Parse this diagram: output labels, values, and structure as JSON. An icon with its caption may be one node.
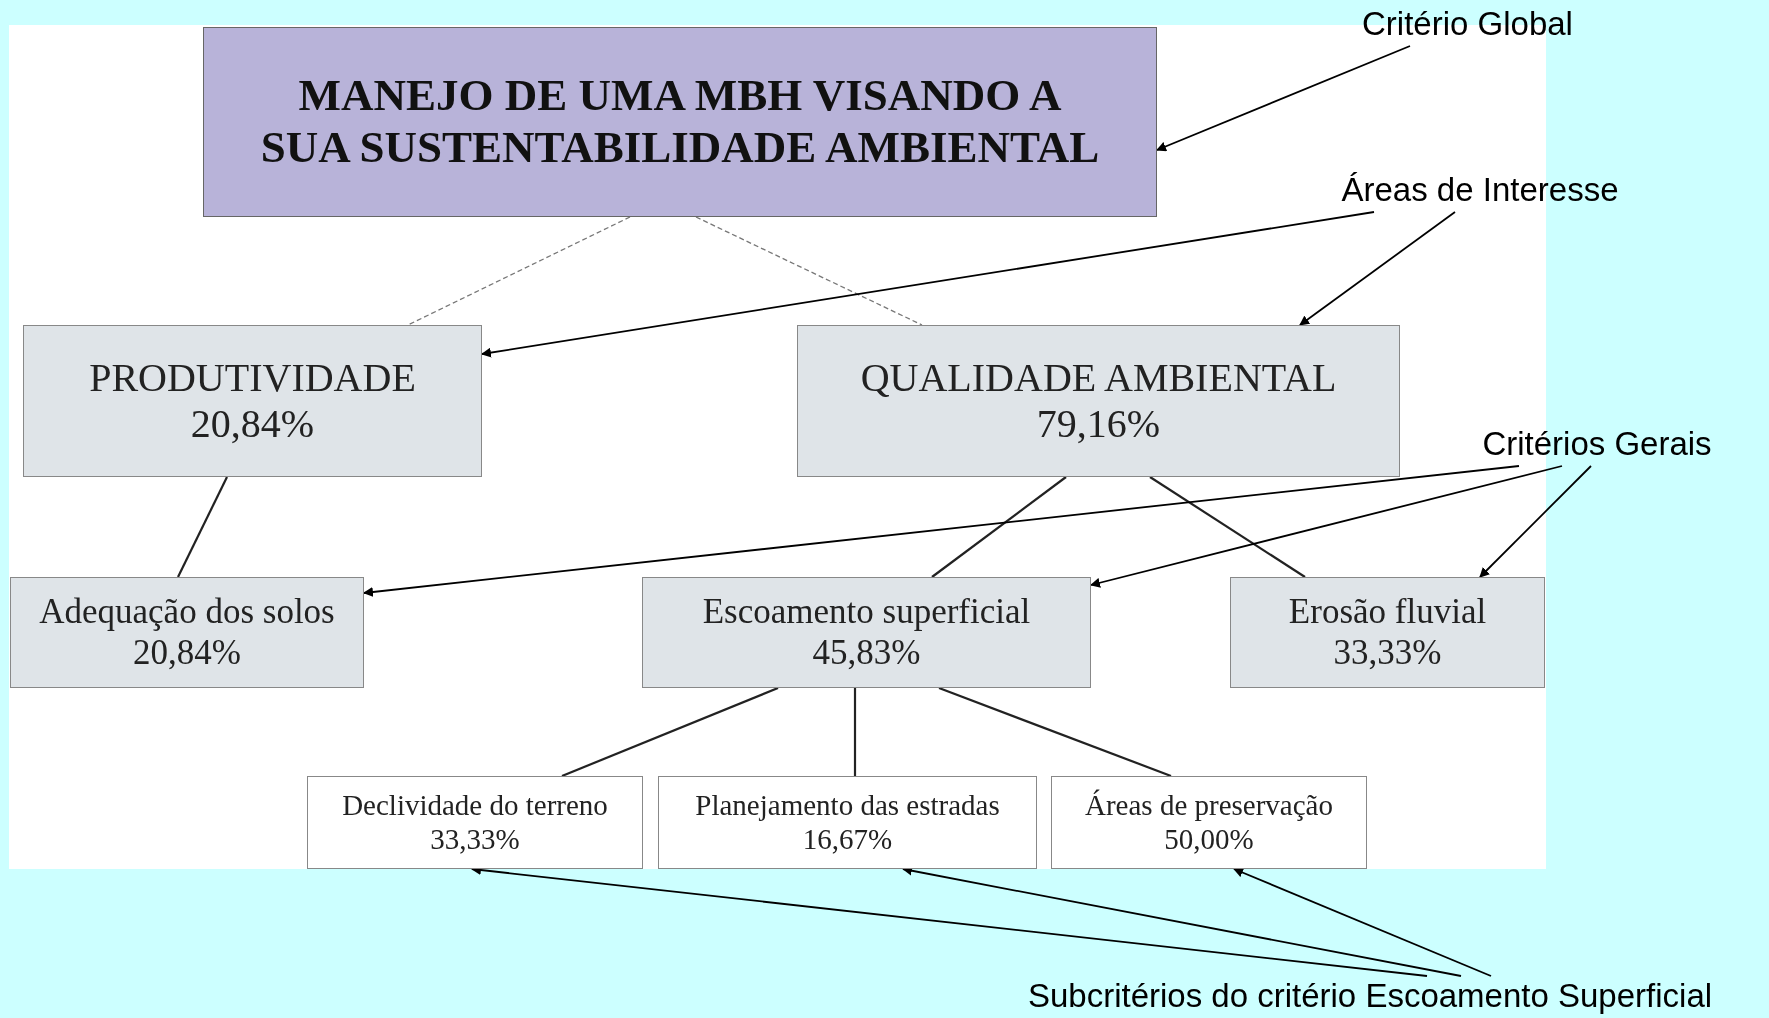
{
  "diagram": {
    "nodes": [
      {
        "text": [
          "MANEJO DE UMA MBH VISANDO A SUA SUSTENTABILIDADE AMBIENTAL"
        ]
      },
      {
        "text": [
          "PRODUTIVIDADE",
          "20,84%"
        ]
      },
      {
        "text": [
          "QUALIDADE AMBIENTAL",
          "79,16%"
        ]
      },
      {
        "text": [
          "Adequação dos solos",
          "20,84%"
        ]
      },
      {
        "text": [
          "Escoamento superficial",
          "45,83%"
        ]
      },
      {
        "text": [
          "Erosão fluvial",
          "33,33%"
        ]
      },
      {
        "text": [
          "Declividade do terreno",
          "33,33%"
        ]
      },
      {
        "text": [
          "Planejamento das estradas",
          "16,67%"
        ]
      },
      {
        "text": [
          "Áreas de preservação",
          "50,00%"
        ]
      },
      {
        "text": [
          "Critério Global"
        ]
      },
      {
        "text": [
          "Áreas de Interesse"
        ]
      },
      {
        "text": [
          "Critérios Gerais"
        ]
      },
      {
        "text": [
          "Subcritérios do critério Escoamento Superficial"
        ]
      }
    ],
    "edges": [
      {
        "from": 0,
        "to": 1,
        "arrow": "none",
        "style": "dashed",
        "color": "#777777"
      },
      {
        "from": 0,
        "to": 2,
        "arrow": "none",
        "style": "dashed",
        "color": "#777777"
      },
      {
        "from": 1,
        "to": 3,
        "arrow": "none"
      },
      {
        "from": 2,
        "to": 4,
        "arrow": "none"
      },
      {
        "from": 2,
        "to": 5,
        "arrow": "none"
      },
      {
        "from": 4,
        "to": 6,
        "arrow": "none"
      },
      {
        "from": 4,
        "to": 7,
        "arrow": "none"
      },
      {
        "from": 4,
        "to": 8,
        "arrow": "none"
      },
      {
        "from": 9,
        "to": 0,
        "arrow": "to"
      },
      {
        "from": 10,
        "to": 1,
        "arrow": "to"
      },
      {
        "from": 10,
        "to": 2,
        "arrow": "to"
      },
      {
        "from": 11,
        "to": 3,
        "arrow": "to"
      },
      {
        "from": 11,
        "to": 4,
        "arrow": "to"
      },
      {
        "from": 11,
        "to": 5,
        "arrow": "to"
      },
      {
        "from": 12,
        "to": 6,
        "arrow": "to"
      },
      {
        "from": 12,
        "to": 7,
        "arrow": "to"
      },
      {
        "from": 12,
        "to": 8,
        "arrow": "to"
      }
    ]
  }
}
